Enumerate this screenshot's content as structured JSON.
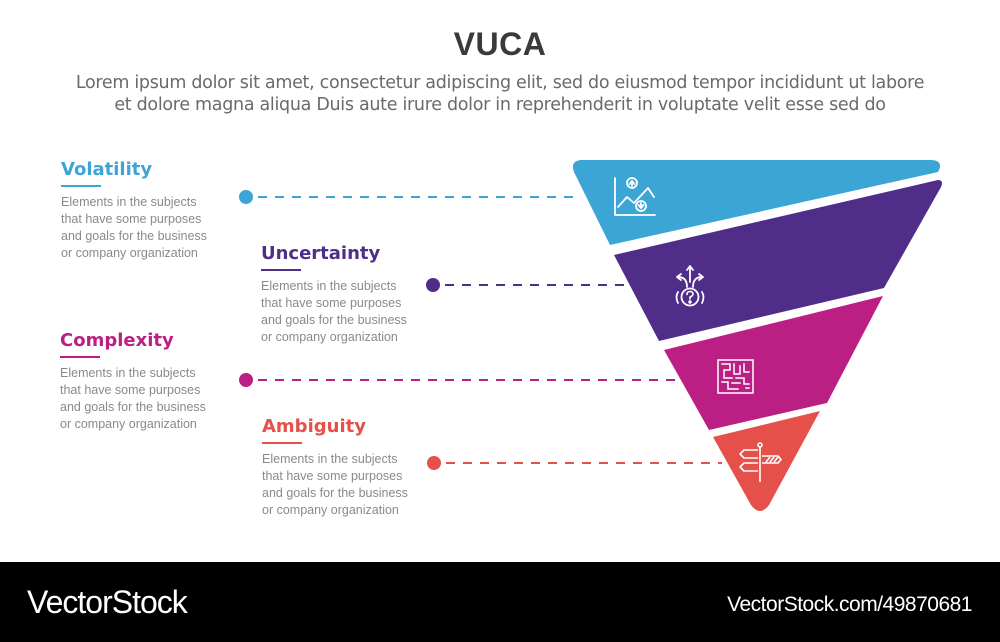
{
  "header": {
    "title": "VUCA",
    "subtitle_line1": "Lorem ipsum dolor sit amet, consectetur adipiscing elit, sed do eiusmod tempor incididunt ut labore",
    "subtitle_line2": "et dolore magna aliqua Duis aute irure dolor in reprehenderit in voluptate velit esse sed do"
  },
  "items": [
    {
      "label": "Volatility",
      "color": "#3ba5d6",
      "icon": "chart-up-down-icon",
      "desc": [
        "Elements in the subjects",
        "that have some purposes",
        "and goals for the  business",
        "or company organization"
      ]
    },
    {
      "label": "Uncertainty",
      "color": "#512d8a",
      "icon": "question-paths-icon",
      "desc": [
        "Elements in the subjects",
        "that have some purposes",
        "and goals for the  business",
        "or company organization"
      ]
    },
    {
      "label": "Complexity",
      "color": "#bb1f83",
      "icon": "maze-icon",
      "desc": [
        "Elements in the subjects",
        "that have some purposes",
        "and goals for the  business",
        "or company organization"
      ]
    },
    {
      "label": "Ambiguity",
      "color": "#e5504a",
      "icon": "signpost-icon",
      "desc": [
        "Elements in the subjects",
        "that have some purposes",
        "and goals for the  business",
        "or company organization"
      ]
    }
  ],
  "footer": {
    "brand": "VectorStock",
    "id": "VectorStock.com/49870681"
  }
}
